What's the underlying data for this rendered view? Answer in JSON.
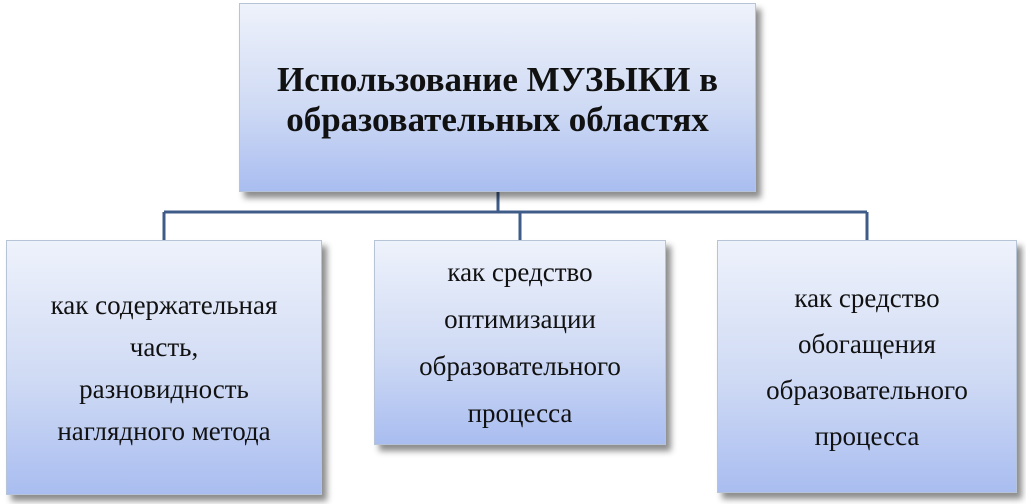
{
  "diagram": {
    "root": {
      "label": "Использование МУЗЫКИ в\nобразовательных областях"
    },
    "children": [
      {
        "label": "как  содержательная\nчасть,\nразновидность\nнаглядного метода"
      },
      {
        "label": "как средство\nоптимизации\nобразовательного\nпроцесса"
      },
      {
        "label": "как средство\nобогащения\nобразовательного\nпроцесса"
      }
    ],
    "colors": {
      "connector": "#3f5c88",
      "box_gradient_top": "#eef2fb",
      "box_gradient_bottom": "#a9bdf0"
    }
  }
}
